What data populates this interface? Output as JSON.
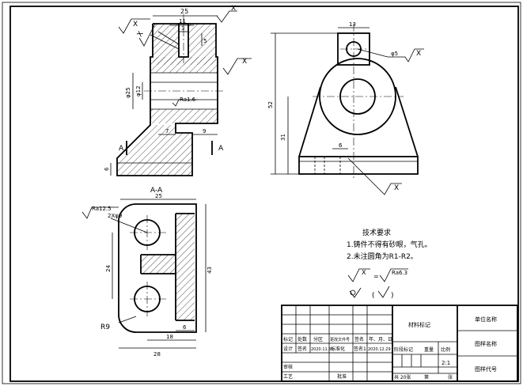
{
  "front_view": {
    "dims": [
      "25",
      "11",
      "3",
      "5",
      "φ25",
      "φ12",
      "7",
      "9",
      "6"
    ],
    "section_marks": [
      "A",
      "A"
    ],
    "roughness_main": "X",
    "roughness_left": "X",
    "roughness_bore": "X",
    "roughness_ra": "Ra1.6"
  },
  "side_view": {
    "dims": [
      "13",
      "φ5",
      "52",
      "31",
      "6"
    ],
    "roughness_top": "X",
    "roughness_bottom": "X"
  },
  "section_view": {
    "title": "A-A",
    "dims": [
      "25",
      "2Xφ9",
      "24",
      "43",
      "R9",
      "6",
      "18",
      "28"
    ],
    "roughness_ra": "Ra12.5"
  },
  "notes": {
    "heading": "技术要求",
    "line1": "1.铸件不得有砂眼，气孔。",
    "line2": "2.未注圆角为R1-R2。",
    "rough_x": "X",
    "rough_eq": "=",
    "rough_ra": "Ra6.3",
    "rough_paren_open": "(",
    "rough_paren_close": ")"
  },
  "title_block": {
    "material": "材料标记",
    "company": "单位名称",
    "drawing_name": "图样名称",
    "drawing_code": "图样代号",
    "row_labels": [
      "标记",
      "处数",
      "分区",
      "更改文件号",
      "签名",
      "年、月、日"
    ],
    "row2": [
      "设计",
      "签名",
      "2020.11.30",
      "标准化",
      "签名1",
      "2020.12.29"
    ],
    "stage": "阶段标记",
    "weight": "重量",
    "scale_label": "比例",
    "scale_value": "2:1",
    "check": "审核",
    "process": "工艺",
    "approve": "批准",
    "sheets": "共 20张",
    "sheet_of": "第",
    "sheet_unit": "张"
  }
}
